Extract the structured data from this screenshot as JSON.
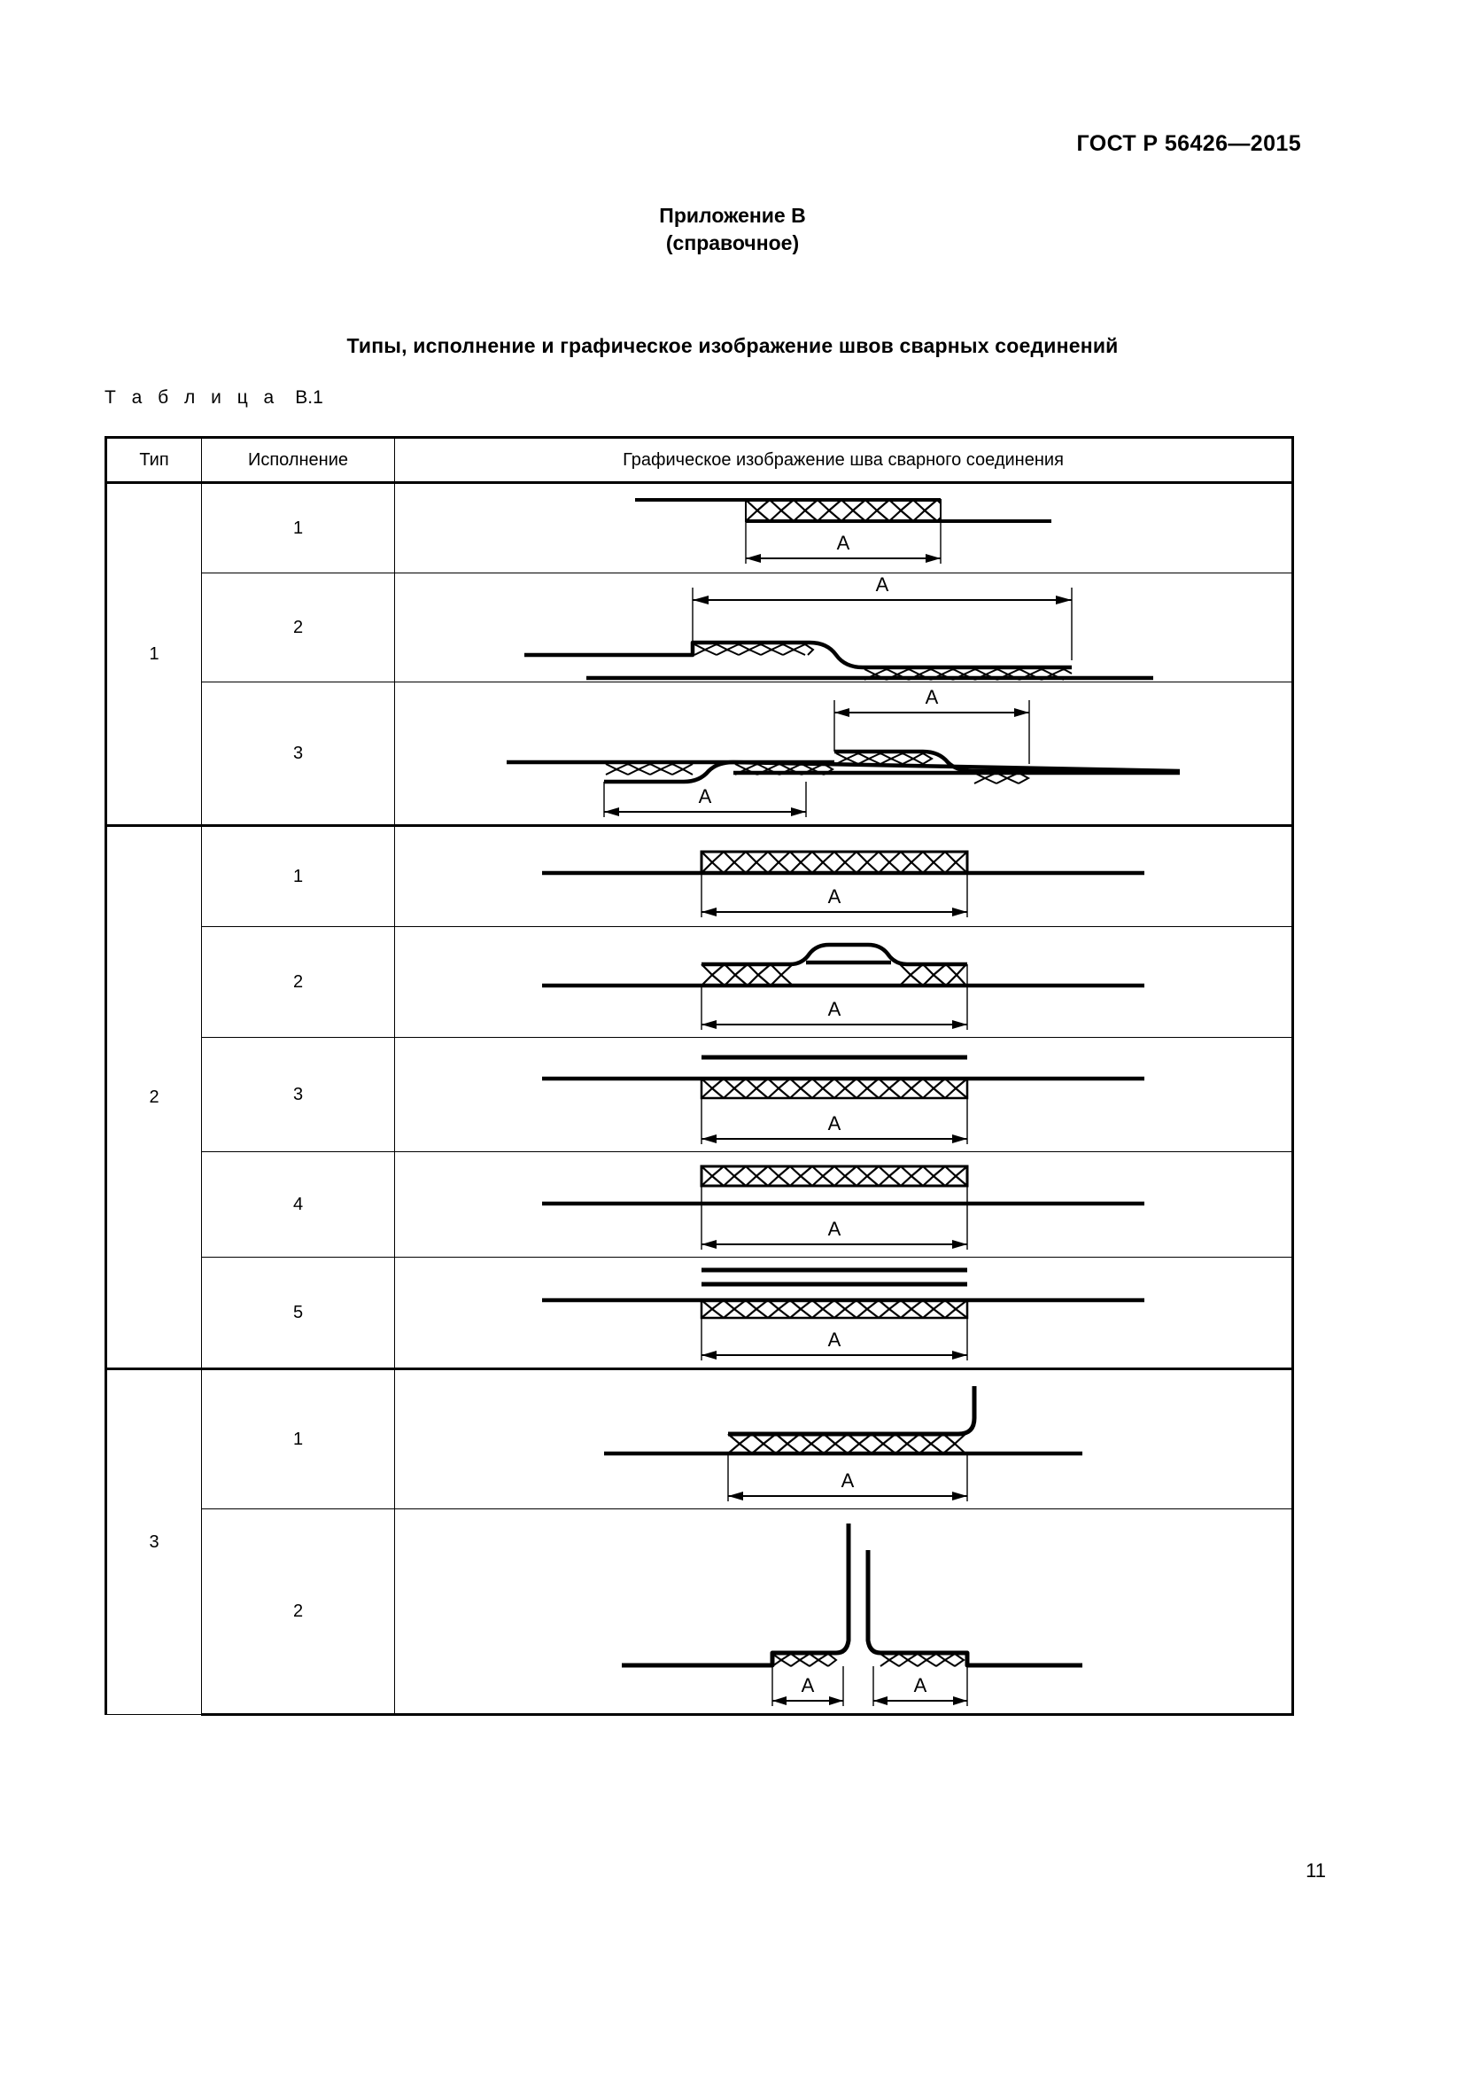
{
  "document": {
    "standard_header": "ГОСТ Р 56426—2015",
    "page_number": "11"
  },
  "appendix": {
    "title": "Приложение В",
    "subtitle": "(справочное)"
  },
  "section": {
    "heading": "Типы, исполнение и графическое изображение швов сварных соединений"
  },
  "table_caption": {
    "word": "Т а б л и ц а",
    "number": "В.1"
  },
  "table": {
    "headers": {
      "type": "Тип",
      "execution": "Исполнение",
      "image": "Графическое изображение шва сварного соединения"
    },
    "groups": [
      {
        "type": "1",
        "rows": [
          {
            "execution": "1",
            "diagram": "lap-joint-single",
            "dimension_labels": [
              "A"
            ]
          },
          {
            "execution": "2",
            "diagram": "stepped-lap-joint",
            "dimension_labels": [
              "A"
            ]
          },
          {
            "execution": "3",
            "diagram": "double-stepped-lap-joint",
            "dimension_labels": [
              "A",
              "A"
            ]
          }
        ]
      },
      {
        "type": "2",
        "rows": [
          {
            "execution": "1",
            "diagram": "butt-overlay-plain",
            "dimension_labels": [
              "A"
            ]
          },
          {
            "execution": "2",
            "diagram": "butt-overlay-hump",
            "dimension_labels": [
              "A"
            ]
          },
          {
            "execution": "3",
            "diagram": "butt-overlay-one-strip-above",
            "dimension_labels": [
              "A"
            ]
          },
          {
            "execution": "4",
            "diagram": "butt-overlay-raised",
            "dimension_labels": [
              "A"
            ]
          },
          {
            "execution": "5",
            "diagram": "butt-overlay-two-strips-above",
            "dimension_labels": [
              "A"
            ]
          }
        ]
      },
      {
        "type": "3",
        "rows": [
          {
            "execution": "1",
            "diagram": "corner-flange-joint",
            "dimension_labels": [
              "A"
            ]
          },
          {
            "execution": "2",
            "diagram": "tee-joint-double",
            "dimension_labels": [
              "A",
              "A"
            ]
          }
        ]
      }
    ]
  },
  "colors": {
    "ink": "#000000",
    "paper": "#ffffff"
  }
}
